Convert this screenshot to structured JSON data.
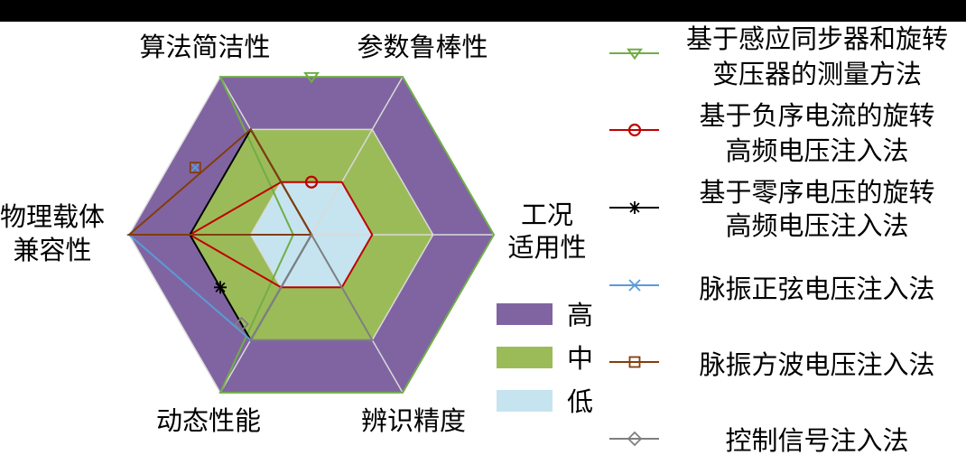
{
  "chart_data": {
    "type": "radar",
    "title": "",
    "axes": [
      "算法简洁性",
      "参数鲁棒性",
      "工况适用性",
      "辨识精度",
      "动态性能",
      "物理载体兼容性"
    ],
    "axis_labels": {
      "top_left": "算法简洁性",
      "top_right": "参数鲁棒性",
      "right_line1": "工况",
      "right_line2": "适用性",
      "bottom_right": "辨识精度",
      "bottom_left": "动态性能",
      "left_line1": "物理载体",
      "left_line2": "兼容性"
    },
    "scale_levels": [
      {
        "label": "低",
        "value": 1,
        "color": "#c5e4ef"
      },
      {
        "label": "中",
        "value": 2,
        "color": "#9bbb59"
      },
      {
        "label": "高",
        "value": 3,
        "color": "#8064a2"
      }
    ],
    "range": [
      0,
      3
    ],
    "series": [
      {
        "name": "基于感应同步器和旋转变压器的测量方法",
        "name_line1": "基于感应同步器和旋转",
        "name_line2": "变压器的测量方法",
        "color": "#70ad47",
        "marker": "triangle-down",
        "values": [
          3,
          3,
          3,
          3,
          3,
          0.3
        ],
        "marker_positions": [
          [
            0.5,
            3
          ]
        ]
      },
      {
        "name": "基于负序电流的旋转高频电压注入法",
        "name_line1": "基于负序电流的旋转",
        "name_line2": "高频电压注入法",
        "color": "#c00000",
        "marker": "circle",
        "values": [
          1,
          1,
          1,
          1,
          1,
          2
        ],
        "marker_positions": [
          [
            0.5,
            1
          ]
        ]
      },
      {
        "name": "基于零序电压的旋转高频电压注入法",
        "name_line1": "基于零序电压的旋转",
        "name_line2": "高频电压注入法",
        "color": "#000000",
        "marker": "star",
        "values": [
          2,
          0,
          0,
          0,
          2,
          2
        ],
        "marker_positions": [
          [
            4.5,
            2
          ]
        ]
      },
      {
        "name": "脉振正弦电压注入法",
        "name_line1": "脉振正弦电压注入法",
        "name_line2": "",
        "color": "#5b9bd5",
        "marker": "x",
        "values": [
          0,
          0,
          0,
          0,
          2,
          3
        ],
        "marker_positions": [
          [
            5.5,
            2.55
          ]
        ]
      },
      {
        "name": "脉振方波电压注入法",
        "name_line1": "脉振方波电压注入法",
        "name_line2": "",
        "color": "#843c0c",
        "marker": "square",
        "values": [
          2,
          0,
          0,
          0,
          0,
          3
        ],
        "marker_positions": [
          [
            5.5,
            2.55
          ]
        ]
      },
      {
        "name": "控制信号注入法",
        "name_line1": "控制信号注入法",
        "name_line2": "",
        "color": "#7f7f7f",
        "marker": "diamond",
        "values": [
          0,
          0,
          0,
          2,
          2,
          0
        ],
        "marker_positions": [
          [
            4.15,
            2
          ]
        ]
      }
    ],
    "grid": true,
    "legend_position": "right"
  }
}
